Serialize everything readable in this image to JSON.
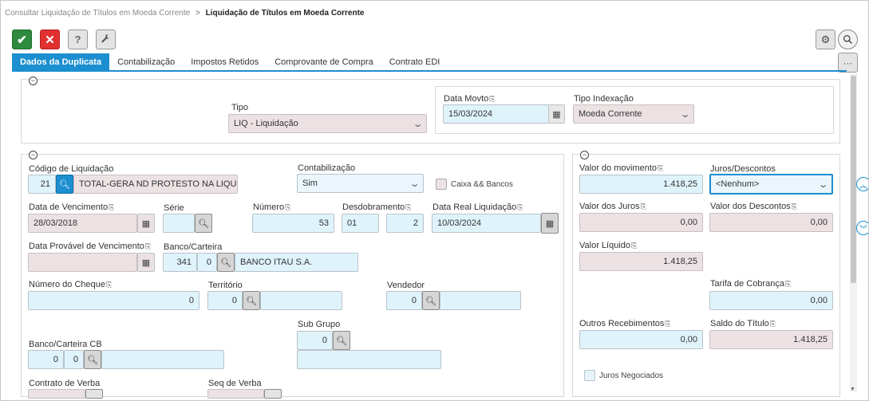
{
  "breadcrumb": {
    "parent": "Consultar Liquidação de Títulos em Moeda Corrente",
    "separator": ">",
    "current": "Liquidação de Títulos em Moeda Corrente"
  },
  "toolbar": {
    "confirm_icon": "check-icon",
    "cancel_icon": "close-icon",
    "help_label": "?",
    "tools_icon": "wrench-icon",
    "settings_icon": "gear-icon",
    "search_icon": "search-icon",
    "more_label": "···"
  },
  "tabs": [
    {
      "label": "Dados da Duplicata",
      "active": true
    },
    {
      "label": "Contabilização",
      "active": false
    },
    {
      "label": "Impostos Retidos",
      "active": false
    },
    {
      "label": "Comprovante de Compra",
      "active": false
    },
    {
      "label": "Contrato EDI",
      "active": false
    }
  ],
  "top": {
    "tipo": {
      "label": "Tipo",
      "value": "LIQ - Liquidação"
    },
    "data_movto": {
      "label": "Data Movto",
      "value": "15/03/2024"
    },
    "tipo_indexacao": {
      "label": "Tipo Indexação",
      "value": "Moeda Corrente"
    }
  },
  "left": {
    "codigo_liquidacao": {
      "label": "Código de Liquidação",
      "code": "21",
      "description": "TOTAL-GERA ND PROTESTO NA LIQUID."
    },
    "contabilizacao": {
      "label": "Contabilização",
      "value": "Sim"
    },
    "caixa_bancos": {
      "label": "Caixa && Bancos"
    },
    "data_vencimento": {
      "label": "Data de Vencimento",
      "value": "28/03/2018"
    },
    "serie": {
      "label": "Série",
      "value": ""
    },
    "numero": {
      "label": "Número",
      "value": "53"
    },
    "desdobramento": {
      "label": "Desdobramento",
      "value1": "01",
      "value2": "2"
    },
    "data_real_liquidacao": {
      "label": "Data Real Liquidação",
      "value": "10/03/2024"
    },
    "data_provavel_vencimento": {
      "label": "Data Provável de Vencimento",
      "value": ""
    },
    "banco_carteira": {
      "label": "Banco/Carteira",
      "banco": "341",
      "carteira": "0",
      "description": "BANCO ITAU S.A."
    },
    "numero_cheque": {
      "label": "Número do Cheque",
      "value": "0"
    },
    "territorio": {
      "label": "Território",
      "value": "0",
      "description": ""
    },
    "vendedor": {
      "label": "Vendedor",
      "value": "0",
      "description": ""
    },
    "sub_grupo": {
      "label": "Sub Grupo",
      "value": "0",
      "description": ""
    },
    "banco_carteira_cb": {
      "label": "Banco/Carteira CB",
      "banco": "0",
      "carteira": "0",
      "description": ""
    },
    "contrato_verba": {
      "label": "Contrato de Verba"
    },
    "seq_verba": {
      "label": "Seq de Verba"
    }
  },
  "right": {
    "valor_movimento": {
      "label": "Valor do movimento",
      "value": "1.418,25"
    },
    "juros_descontos": {
      "label": "Juros/Descontos",
      "value": "<Nenhum>"
    },
    "valor_juros": {
      "label": "Valor dos Juros",
      "value": "0,00"
    },
    "valor_descontos": {
      "label": "Valor dos Descontos",
      "value": "0,00"
    },
    "valor_liquido": {
      "label": "Valor Líquido",
      "value": "1.418,25"
    },
    "tarifa_cobranca": {
      "label": "Tarifa de Cobrança",
      "value": "0,00"
    },
    "outros_recebimentos": {
      "label": "Outros Recebimentos",
      "value": "0,00"
    },
    "saldo_titulo": {
      "label": "Saldo do Título",
      "value": "1.418,25"
    },
    "juros_negociados": {
      "label": "Juros Negociados"
    }
  },
  "colors": {
    "accent": "#1b8fd0",
    "input_bg": "#dff3fb",
    "readonly_bg": "#ece2e4",
    "confirm": "#2e8b3e",
    "cancel": "#e03030"
  }
}
